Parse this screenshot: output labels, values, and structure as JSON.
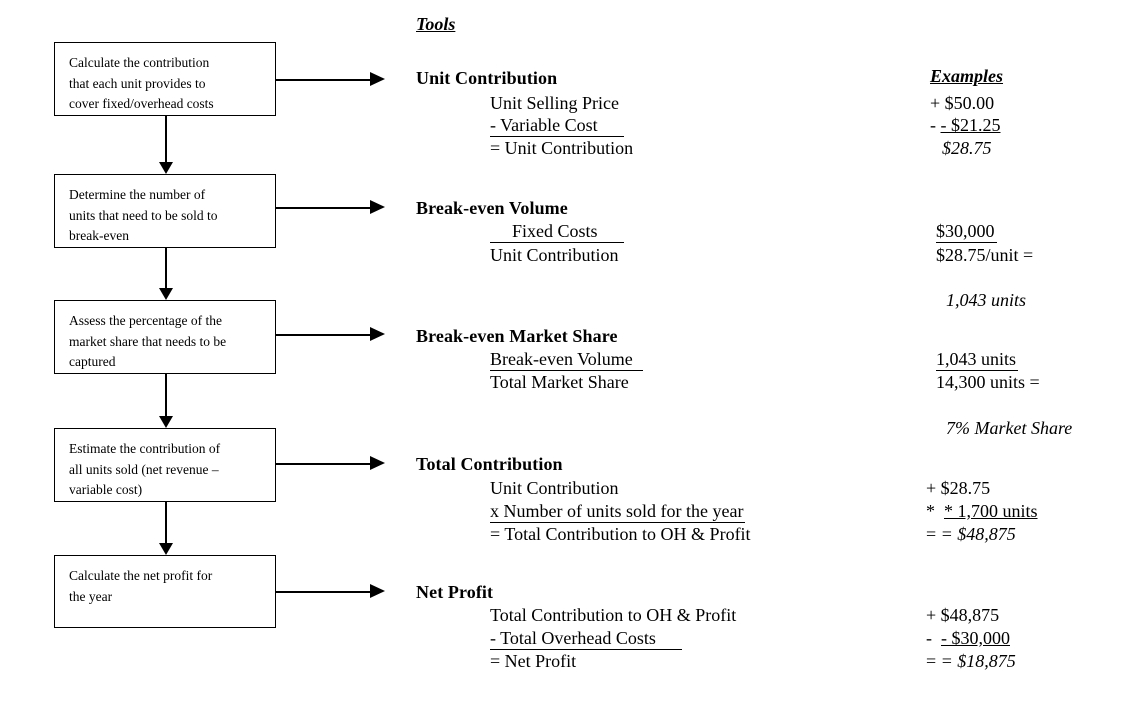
{
  "headings": {
    "tools": "Tools",
    "examples": "Examples"
  },
  "flow_steps": [
    {
      "id": "step-calculate-unit-contribution",
      "lines": [
        "Calculate the contribution",
        "that each unit provides to",
        "cover fixed/overhead costs"
      ]
    },
    {
      "id": "step-determine-breakeven-units",
      "lines": [
        "Determine the number of",
        "units that need to be sold to",
        "break-even"
      ]
    },
    {
      "id": "step-assess-market-share",
      "lines": [
        "Assess the percentage of the",
        "market share that needs to be",
        "captured"
      ]
    },
    {
      "id": "step-estimate-total-contribution",
      "lines": [
        "Estimate the contribution of",
        "all units sold (net revenue –",
        "variable cost)"
      ]
    },
    {
      "id": "step-calculate-net-profit",
      "lines": [
        "Calculate the net profit for",
        "the year"
      ]
    }
  ],
  "tools": [
    {
      "id": "tool-unit-contribution",
      "heading": "Unit Contribution",
      "formula": [
        "Unit Selling Price",
        "- Variable Cost",
        "= Unit Contribution"
      ],
      "examples": [
        "+ $50.00",
        "- $21.25",
        "$28.75"
      ]
    },
    {
      "id": "tool-breakeven-volume",
      "heading": "Break-even Volume",
      "formula": [
        "Fixed Costs",
        "Unit Contribution"
      ],
      "examples": [
        "$30,000",
        "$28.75/unit =",
        "1,043 units"
      ]
    },
    {
      "id": "tool-breakeven-market-share",
      "heading": "Break-even Market Share",
      "formula": [
        "Break-even Volume",
        "Total Market Share"
      ],
      "examples": [
        "1,043 units",
        "14,300 units =",
        "7% Market Share"
      ]
    },
    {
      "id": "tool-total-contribution",
      "heading": "Total Contribution",
      "formula": [
        "Unit Contribution",
        "x Number of units sold for the year",
        "= Total Contribution to OH & Profit"
      ],
      "examples": [
        "+  $28.75",
        "*   1,700 units",
        "=  $48,875"
      ]
    },
    {
      "id": "tool-net-profit",
      "heading": "Net Profit",
      "formula": [
        "Total Contribution to OH & Profit",
        "- Total Overhead Costs",
        "= Net Profit"
      ],
      "examples": [
        "+  $48,875",
        "-   $30,000",
        "=  $18,875"
      ]
    }
  ],
  "colors": {
    "ink": "#000000",
    "page": "#ffffff"
  }
}
